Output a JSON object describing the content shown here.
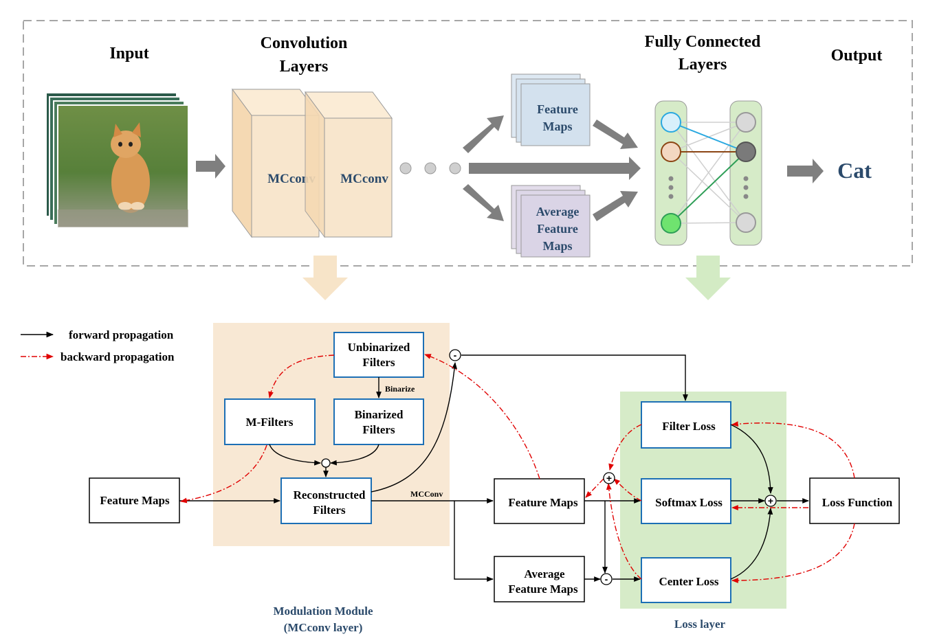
{
  "top": {
    "input_label": "Input",
    "conv_label_line1": "Convolution",
    "conv_label_line2": "Layers",
    "fc_label_line1": "Fully Connected",
    "fc_label_line2": "Layers",
    "output_label": "Output",
    "mcconv1": "MCconv",
    "mcconv2": "MCconv",
    "feature_maps_line1": "Feature",
    "feature_maps_line2": "Maps",
    "avg_line1": "Average",
    "avg_line2": "Feature",
    "avg_line3": "Maps",
    "result": "Cat"
  },
  "legend": {
    "forward": "forward propagation",
    "backward": "backward propagation"
  },
  "module": {
    "unbinarized_line1": "Unbinarized",
    "unbinarized_line2": "Filters",
    "binarize": "Binarize",
    "mfilters": "M-Filters",
    "binarized_line1": "Binarized",
    "binarized_line2": "Filters",
    "reconstructed_line1": "Reconstructed",
    "reconstructed_line2": "Filters",
    "mcconv_edge": "MCConv",
    "caption_line1": "Modulation Module",
    "caption_line2": "(MCconv layer)"
  },
  "flow": {
    "feature_maps_in": "Feature Maps",
    "feature_maps_out": "Feature Maps",
    "avg_line1": "Average",
    "avg_line2": "Feature Maps",
    "filter_loss": "Filter Loss",
    "softmax_loss": "Softmax Loss",
    "center_loss": "Center Loss",
    "loss_function": "Loss Function",
    "loss_caption": "Loss layer",
    "op_minus": "-",
    "op_plus": "+"
  },
  "colors": {
    "orange_bg": "#f8e8d4",
    "green_bg": "#d6ebc8",
    "box_blue": "#1c6fb5",
    "red": "#e00000",
    "caption_blue": "#2b4a6b"
  }
}
